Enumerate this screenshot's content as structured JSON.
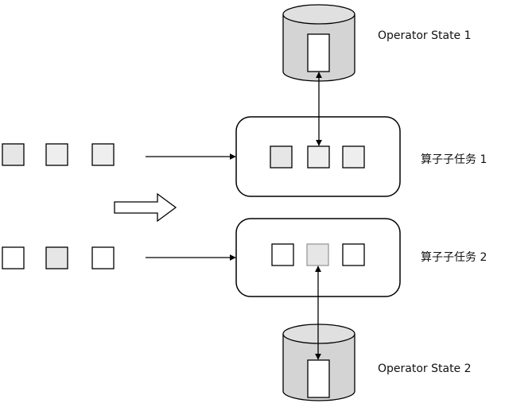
{
  "labels": {
    "operator_state_1": "Operator State 1",
    "operator_state_2": "Operator State 2",
    "subtask_1": "算子子任务 1",
    "subtask_2": "算子子任务 2"
  },
  "colors": {
    "stroke": "#000000",
    "record_white": "#ffffff",
    "record_light": "#e6e6e6",
    "record_mid": "#eeeeee",
    "cylinder_fill": "#d4d4d4",
    "cylinder_top": "#e0e0e0"
  },
  "streams": [
    {
      "name": "input-stream-1",
      "records": [
        "light",
        "mid",
        "mid"
      ]
    },
    {
      "name": "input-stream-2",
      "records": [
        "white",
        "light",
        "white"
      ]
    }
  ],
  "subtasks": [
    {
      "name": "subtask-1",
      "records": [
        "light",
        "mid",
        "mid"
      ],
      "state_link_record": 1
    },
    {
      "name": "subtask-2",
      "records": [
        "white",
        "light",
        "white"
      ],
      "state_link_record": 1
    }
  ],
  "transition_arrow": "hollow-right-arrow-icon"
}
